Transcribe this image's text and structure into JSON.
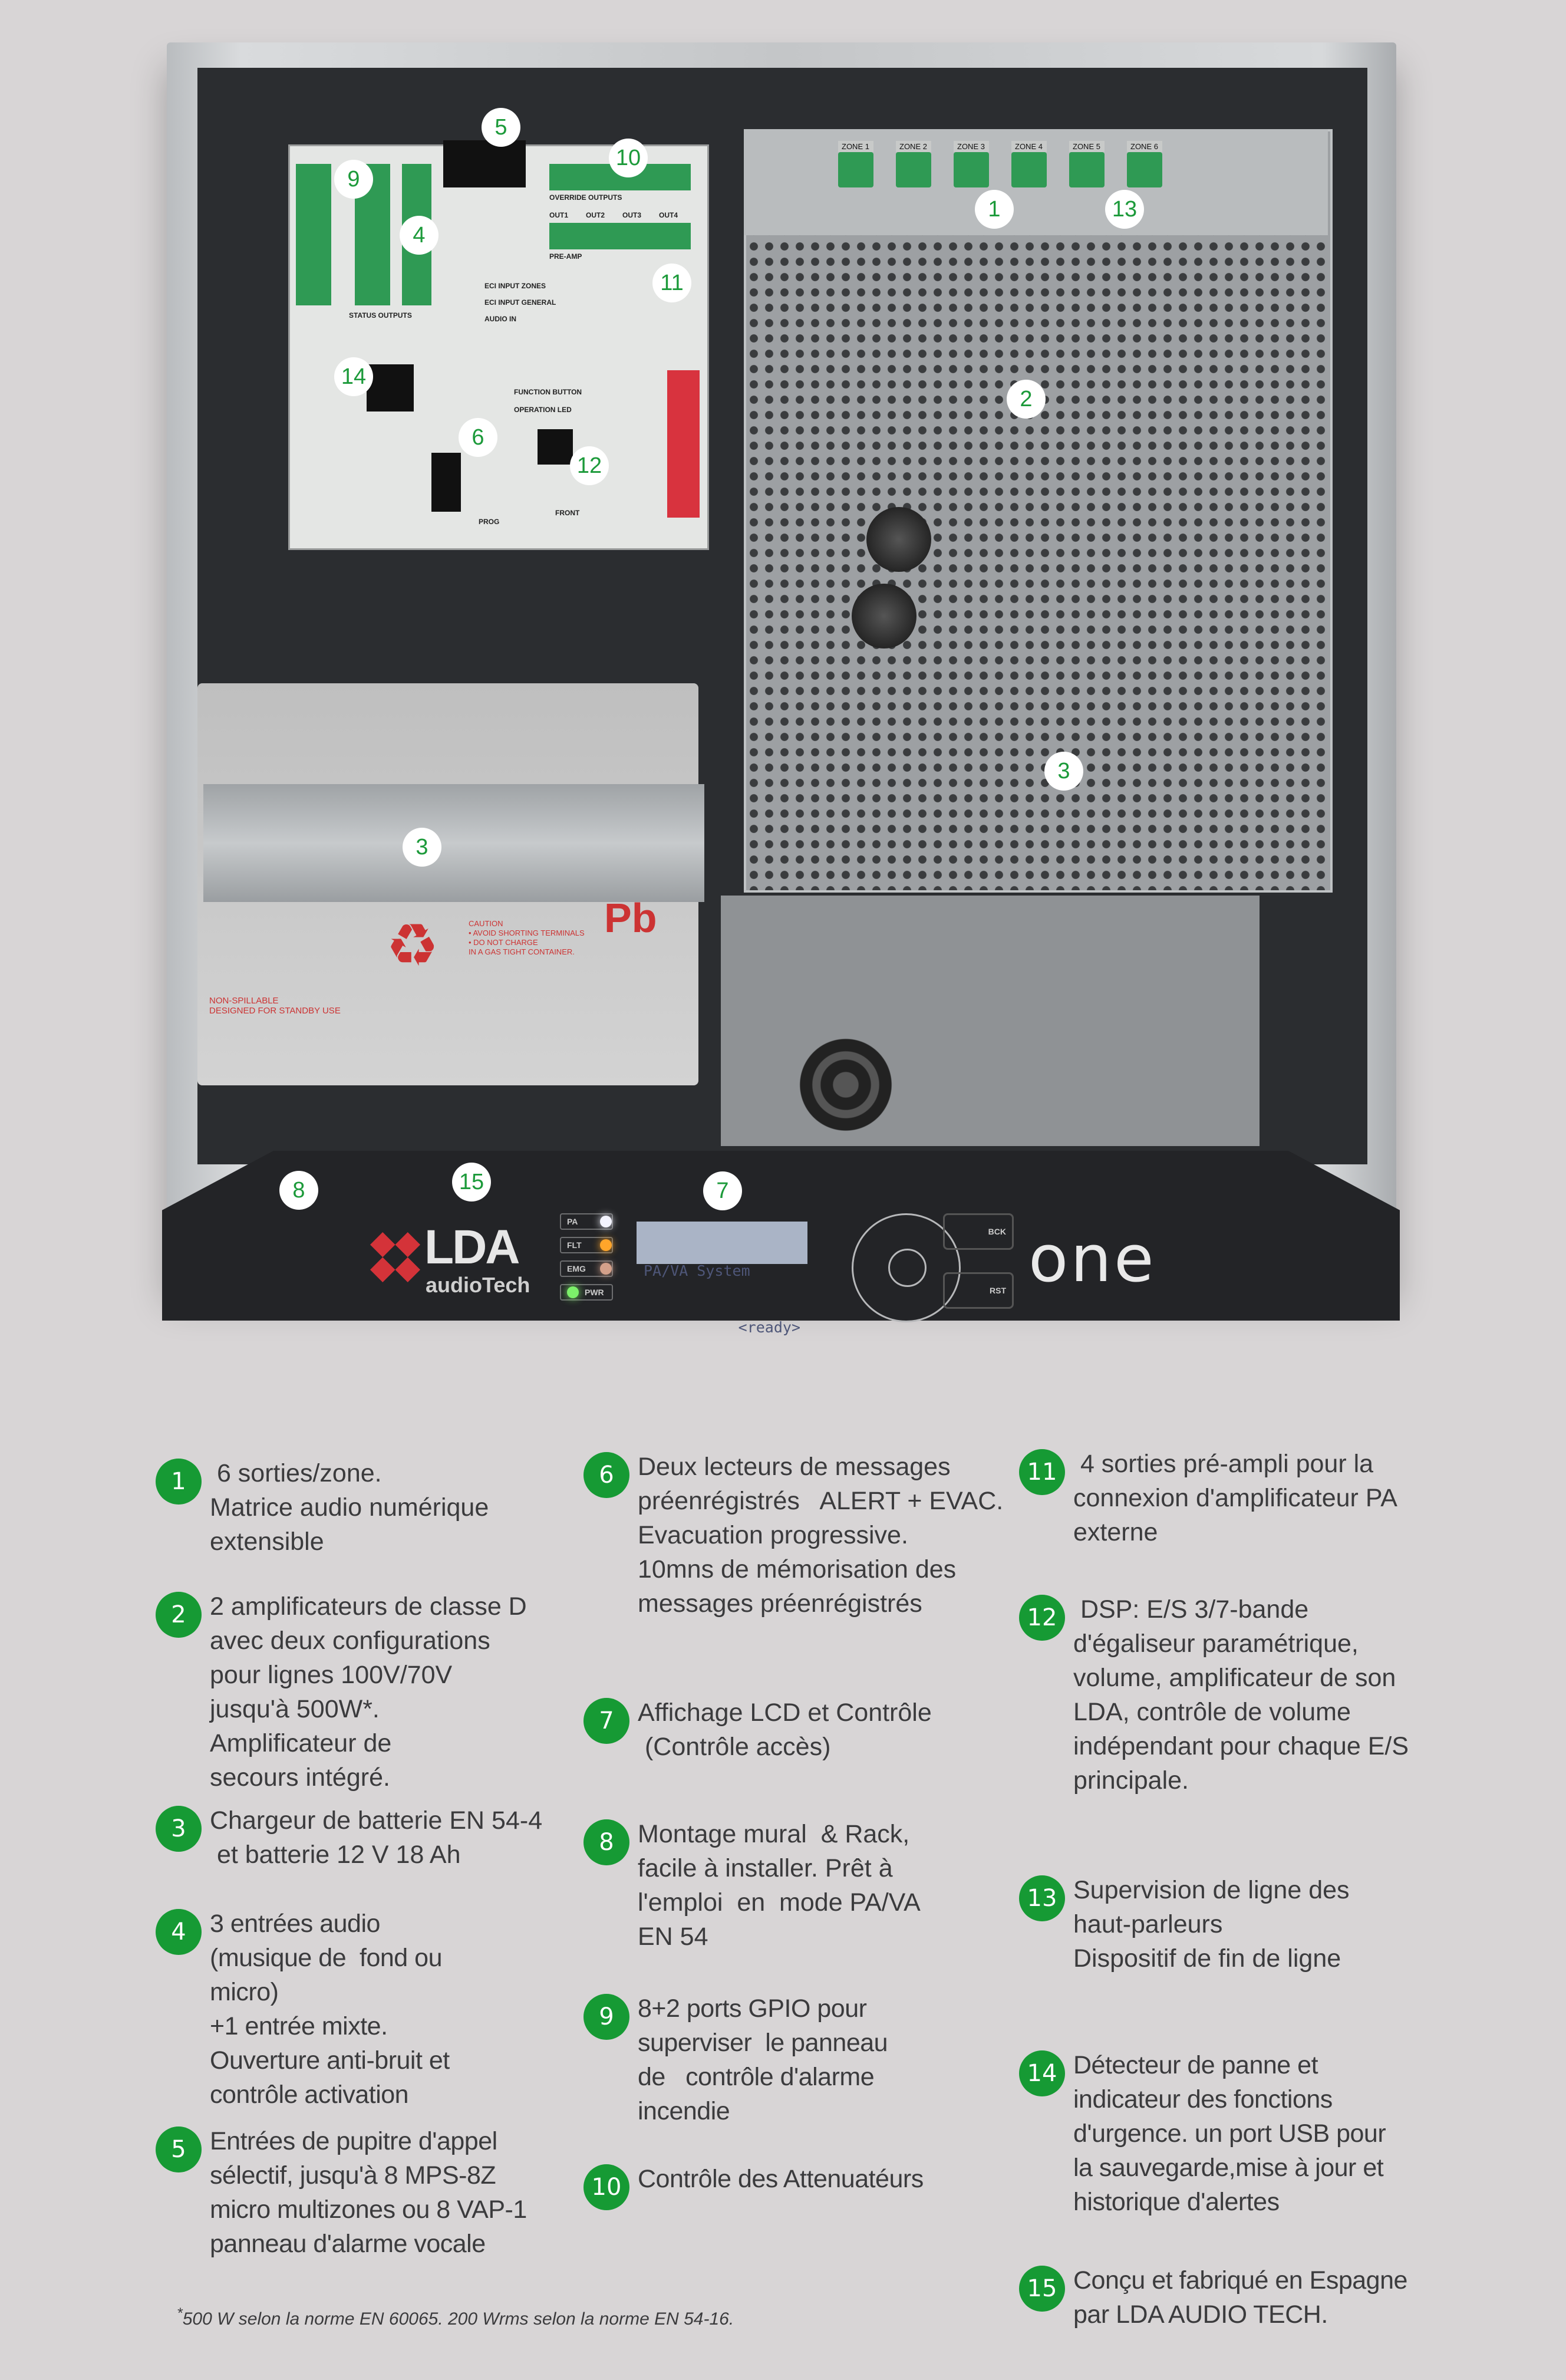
{
  "colors": {
    "background": "#d8d5d6",
    "accent_green": "#169a34",
    "text": "#3b3b3d",
    "marker_text": "#1c9a3a"
  },
  "device": {
    "zones": [
      "ZONE 1",
      "ZONE 2",
      "ZONE 3",
      "ZONE 4",
      "ZONE 5",
      "ZONE 6"
    ],
    "pcb_labels": {
      "override": "OVERRIDE OUTPUTS",
      "preamp": "PRE-AMP",
      "eci_zones": "ECI INPUT ZONES",
      "eci_general": "ECI INPUT GENERAL",
      "audio_in": "AUDIO IN",
      "function_button": "FUNCTION BUTTON",
      "operation_led": "OPERATION LED",
      "status_outputs": "STATUS OUTPUTS",
      "prog": "PROG",
      "front": "FRONT",
      "outs": [
        "OUT1",
        "OUT2",
        "OUT3",
        "OUT4"
      ]
    },
    "battery": {
      "caution": "CAUTION",
      "warning_lines": [
        "• AVOID SHORTING TERMINALS",
        "• DO NOT CHARGE",
        "IN A GAS TIGHT CONTAINER."
      ],
      "pb": "Pb",
      "non_spillable": "NON-SPILLABLE",
      "standby": "DESIGNED FOR STANDBY USE"
    },
    "front_panel": {
      "brand": "LDA",
      "brand_sub": "audioTech",
      "product": "one",
      "leds": [
        {
          "label": "PA",
          "color": "#f4f4ff"
        },
        {
          "label": "FLT",
          "color": "#ffa52a"
        },
        {
          "label": "EMG",
          "color": "#d4a08a"
        },
        {
          "label": "PWR",
          "color": "#7cf06a"
        }
      ],
      "lcd_line1": "PA/VA System",
      "lcd_line2": "<ready>",
      "buttons": {
        "back": "BCK",
        "reset": "RST"
      }
    },
    "markers": [
      "1",
      "2",
      "3",
      "3",
      "4",
      "5",
      "6",
      "7",
      "8",
      "9",
      "10",
      "11",
      "12",
      "13",
      "14",
      "15"
    ]
  },
  "items": [
    {
      "num": "1",
      "lines": [
        " 6 sorties/zone.",
        "Matrice audio numérique",
        "extensible"
      ]
    },
    {
      "num": "2",
      "lines": [
        "2 amplificateurs de classe D",
        "avec deux configurations",
        "pour lignes 100V/70V",
        "jusqu'à 500W*.",
        "Amplificateur de",
        "secours intégré."
      ]
    },
    {
      "num": "3",
      "lines": [
        "Chargeur de batterie EN 54-4",
        " et batterie 12 V 18 Ah"
      ]
    },
    {
      "num": "4",
      "lines": [
        "3 entrées audio",
        "(musique de  fond ou",
        "micro)",
        "+1 entrée mixte.",
        "Ouverture anti-bruit et",
        "contrôle activation"
      ]
    },
    {
      "num": "5",
      "lines": [
        "Entrées de pupitre d'appel",
        "sélectif, jusqu'à 8 MPS-8Z",
        "micro multizones ou 8 VAP-1",
        "panneau d'alarme vocale"
      ]
    },
    {
      "num": "6",
      "lines": [
        "Deux lecteurs de messages",
        "préenrégistrés   ALERT + EVAC.",
        "Evacuation progressive.",
        "10mns de mémorisation des",
        "messages préenrégistrés"
      ]
    },
    {
      "num": "7",
      "lines": [
        "Affichage LCD et Contrôle",
        " (Contrôle accès)"
      ]
    },
    {
      "num": "8",
      "lines": [
        "Montage mural  & Rack,",
        "facile à installer. Prêt à",
        "l'emploi  en  mode PA/VA",
        "EN 54"
      ]
    },
    {
      "num": "9",
      "lines": [
        "8+2 ports GPIO pour",
        "superviser  le panneau",
        "de   contrôle d'alarme",
        "incendie"
      ]
    },
    {
      "num": "10",
      "lines": [
        "Contrôle des Attenuatéurs"
      ]
    },
    {
      "num": "11",
      "lines": [
        " 4 sorties pré-ampli pour la",
        "connexion d'amplificateur PA",
        "externe"
      ]
    },
    {
      "num": "12",
      "lines": [
        " DSP: E/S 3/7-bande",
        "d'égaliseur paramétrique,",
        "volume, amplificateur de son",
        "LDA, contrôle de volume",
        "indépendant pour chaque E/S",
        "principale."
      ]
    },
    {
      "num": "13",
      "lines": [
        "Supervision de ligne des",
        "haut-parleurs",
        "Dispositif de fin de ligne"
      ]
    },
    {
      "num": "14",
      "lines": [
        "Détecteur de panne et",
        "indicateur des fonctions",
        "d'urgence. un port USB pour",
        "la sauvegarde,mise à jour et",
        "historique d'alertes"
      ]
    },
    {
      "num": "15",
      "lines": [
        "Conçu et fabriqué en Espagne",
        "par LDA AUDIO TECH."
      ]
    }
  ],
  "footnote": {
    "mark": "*",
    "text": "500 W selon la norme EN 60065. 200 Wrms selon la norme EN 54-16."
  }
}
